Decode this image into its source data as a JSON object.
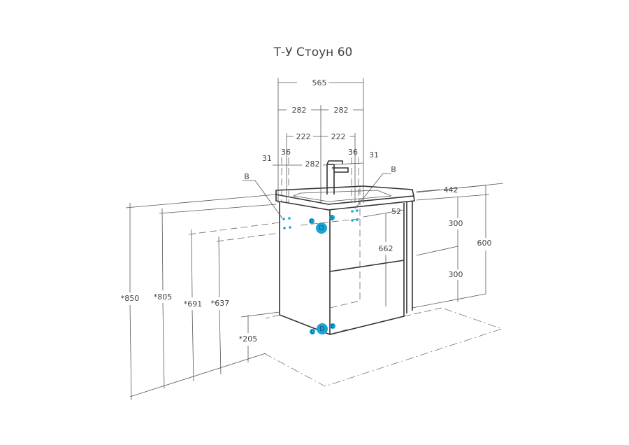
{
  "title": "Т-У Стоун 60",
  "dimensions": {
    "top_width": "565",
    "half_left": "282",
    "half_right": "282",
    "inner_left": "222",
    "inner_right": "222",
    "left_36": "36",
    "right_36": "36",
    "left_31": "31",
    "right_31": "31",
    "mid_282": "282",
    "depth": "442",
    "height": "600",
    "upper_300": "300",
    "lower_300": "300",
    "inner_662": "662",
    "offset_52": "52",
    "h850": "*850",
    "h805": "*805",
    "h691": "*691",
    "h637": "*637",
    "h205": "*205"
  },
  "labels": {
    "b_left": "B",
    "b_right": "B"
  },
  "markers": {
    "c_top": "C",
    "d_top": "D",
    "e_top": "E",
    "c_bottom": "C",
    "d_bottom": "D",
    "e_bottom": "E"
  },
  "colors": {
    "marker": "#1aa3d4",
    "line": "#555555"
  }
}
